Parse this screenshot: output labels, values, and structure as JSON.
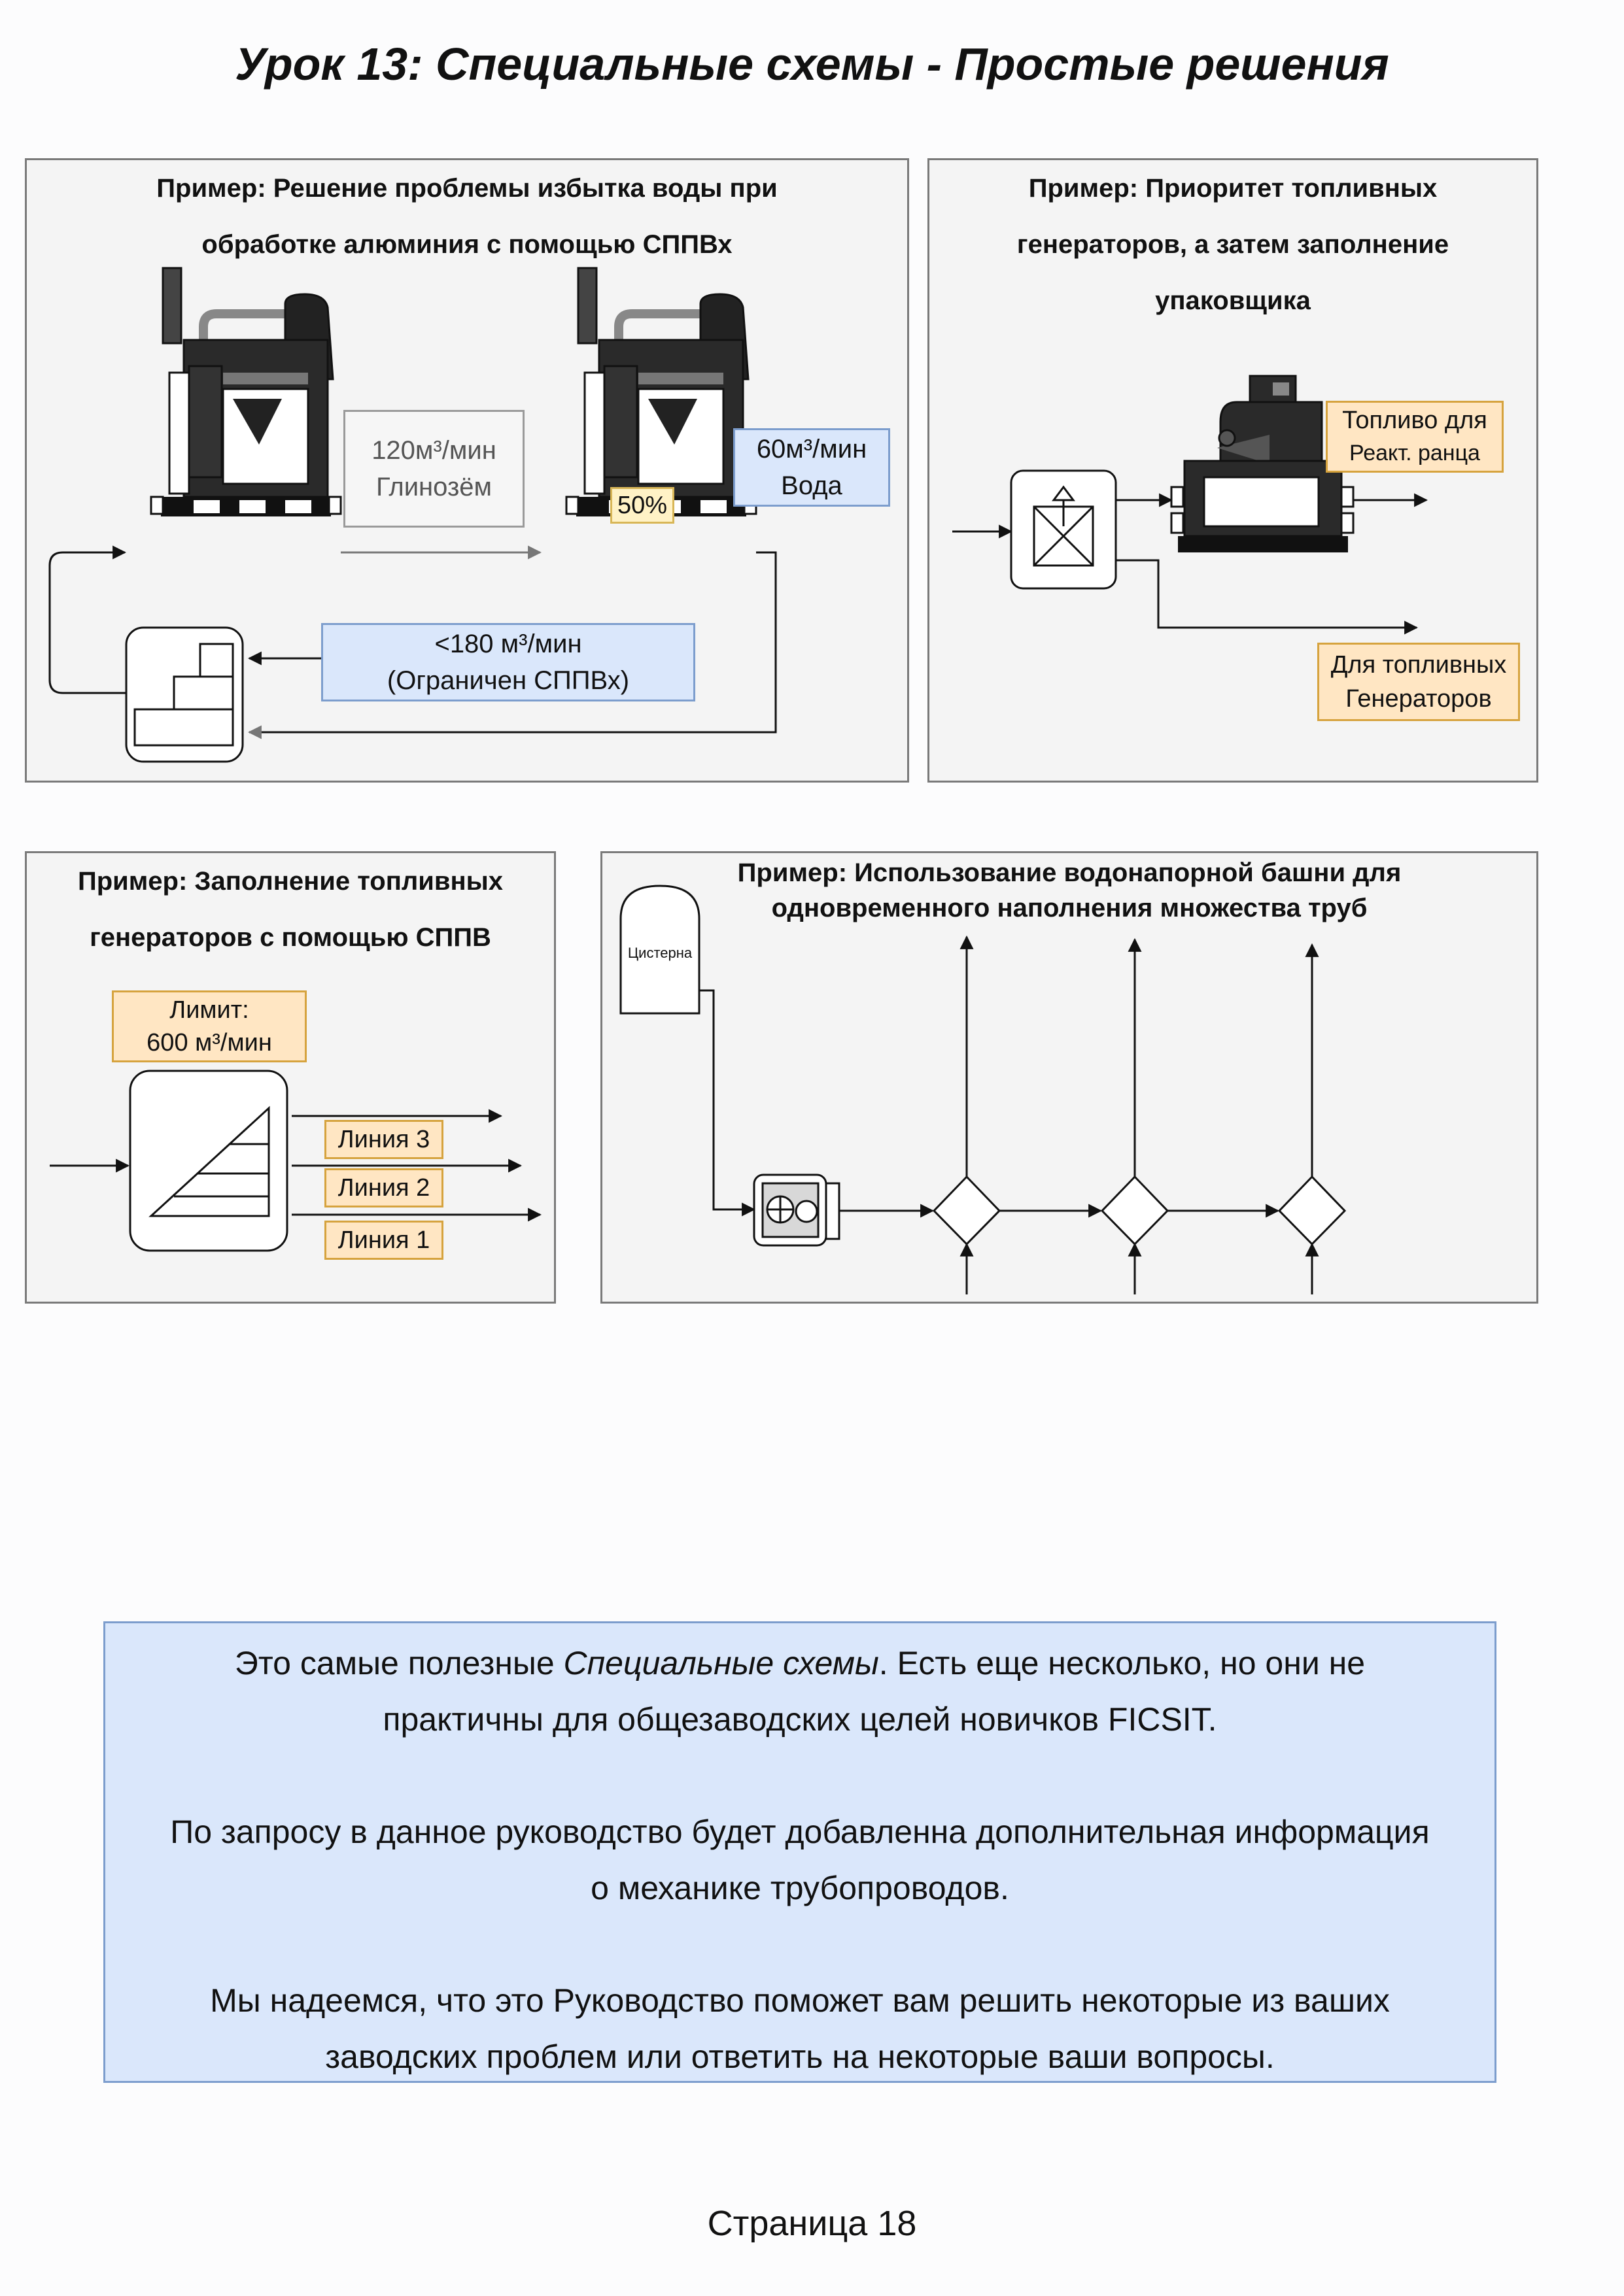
{
  "page_title": "Урок 13: Специальные схемы - Простые решения",
  "panel1": {
    "title_line1": "Пример: Решение проблемы избытка воды при",
    "title_line2": "обработке алюминия с помощью СППВх",
    "alumina_rate": "120м³/мин",
    "alumina_label": "Глинозём",
    "water_rate": "60м³/мин",
    "water_label": "Вода",
    "clock_speed": "50%",
    "limit_line1": "<180 м³/мин",
    "limit_line2": "(Ограничен СППВх)"
  },
  "panel2": {
    "title_line1": "Пример: Приоритет топливных",
    "title_line2": "генераторов, а затем заполнение",
    "title_line3": "упаковщика",
    "jetpack_line1": "Топливо для",
    "jetpack_line2": "Реакт. ранца",
    "gen_line1": "Для топливных",
    "gen_line2": "Генераторов"
  },
  "panel3": {
    "title_line1": "Пример: Заполнение топливных",
    "title_line2": "генераторов с помощью СППВ",
    "limit_line1": "Лимит:",
    "limit_line2": "600 м³/мин",
    "line3": "Линия 3",
    "line2": "Линия 2",
    "line1": "Линия 1"
  },
  "panel4": {
    "title_line1": "Пример: Использование водонапорной башни для",
    "title_line2": "одновременного наполнения множества труб",
    "tank_label": "Цистерна"
  },
  "summary": {
    "p1_before": "Это самые полезные ",
    "p1_italic": "Специальные схемы",
    "p1_after": ". Есть еще несколько, но они не",
    "p1_line2": "практичны для общезаводских целей  новичков FICSIT.",
    "p2_line1": "По запросу в данное руководство будет добавленна дополнительная информация",
    "p2_line2": "о механике трубопроводов.",
    "p3_line1": "Мы надеемся, что это Руководство поможет вам решить некоторые из ваших",
    "p3_line2": "заводских проблем или ответить на некоторые ваши вопросы."
  },
  "footer": "Страница 18",
  "colors": {
    "note_orange": "#ffe6c3",
    "note_blue": "#dae7fb",
    "panel_bg": "#f4f4f4"
  }
}
